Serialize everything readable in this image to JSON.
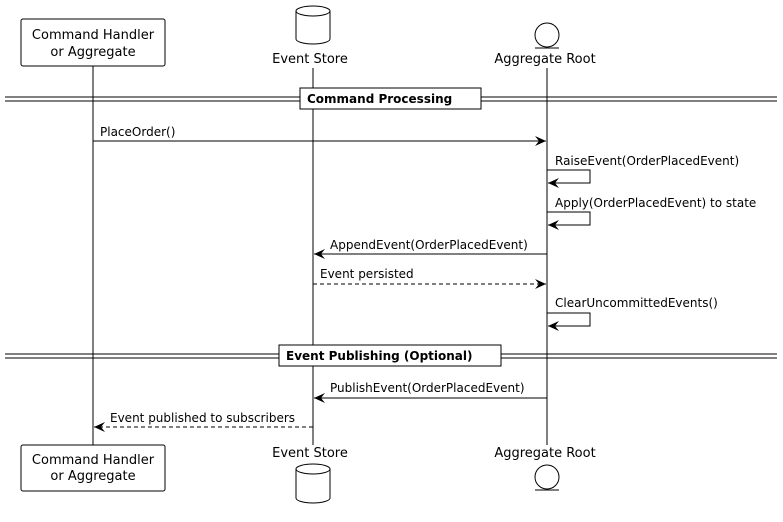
{
  "participants": {
    "handler": {
      "line1": "Command Handler",
      "line2": "or Aggregate"
    },
    "store": {
      "label": "Event Store"
    },
    "root": {
      "label": "Aggregate Root"
    }
  },
  "dividers": {
    "command": "Command Processing",
    "publishing": "Event Publishing (Optional)"
  },
  "messages": [
    {
      "text": "PlaceOrder()",
      "from": "handler",
      "to": "root",
      "style": "solid"
    },
    {
      "text": "RaiseEvent(OrderPlacedEvent)",
      "from": "root",
      "to": "root",
      "style": "solid"
    },
    {
      "text": "Apply(OrderPlacedEvent) to state",
      "from": "root",
      "to": "root",
      "style": "solid"
    },
    {
      "text": "AppendEvent(OrderPlacedEvent)",
      "from": "root",
      "to": "store",
      "style": "solid"
    },
    {
      "text": "Event persisted",
      "from": "store",
      "to": "root",
      "style": "dashed"
    },
    {
      "text": "ClearUncommittedEvents()",
      "from": "root",
      "to": "root",
      "style": "solid"
    },
    {
      "text": "PublishEvent(OrderPlacedEvent)",
      "from": "root",
      "to": "store",
      "style": "solid"
    },
    {
      "text": "Event published to subscribers",
      "from": "store",
      "to": "handler",
      "style": "dashed"
    }
  ]
}
